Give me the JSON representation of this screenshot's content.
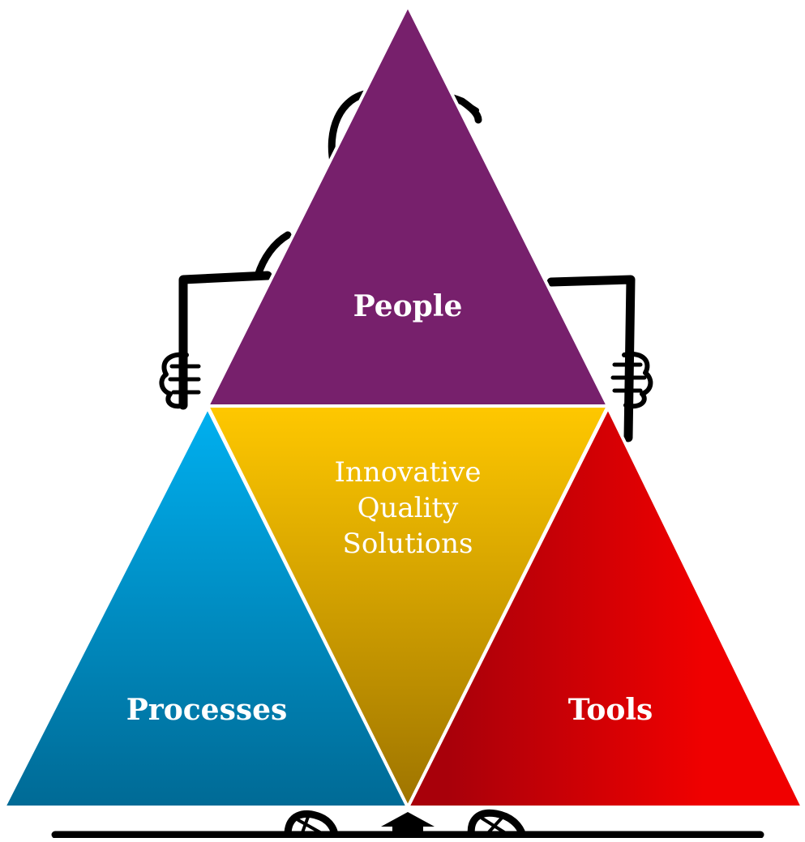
{
  "diagram": {
    "top_triangle": {
      "label": "People",
      "color": "#77206c"
    },
    "left_triangle": {
      "label": "Processes",
      "color_top": "#00b0f0",
      "color_bottom": "#006a95"
    },
    "right_triangle": {
      "label": "Tools",
      "color_light": "#f00000",
      "color_dark": "#a8000a"
    },
    "center_triangle": {
      "lines": [
        "Innovative",
        "Quality",
        "Solutions"
      ],
      "color_top": "#ffc800",
      "color_bottom": "#9e7400"
    },
    "figure": {
      "description_icon": "person-holding-sign-icon",
      "outline_color": "#000000"
    }
  }
}
